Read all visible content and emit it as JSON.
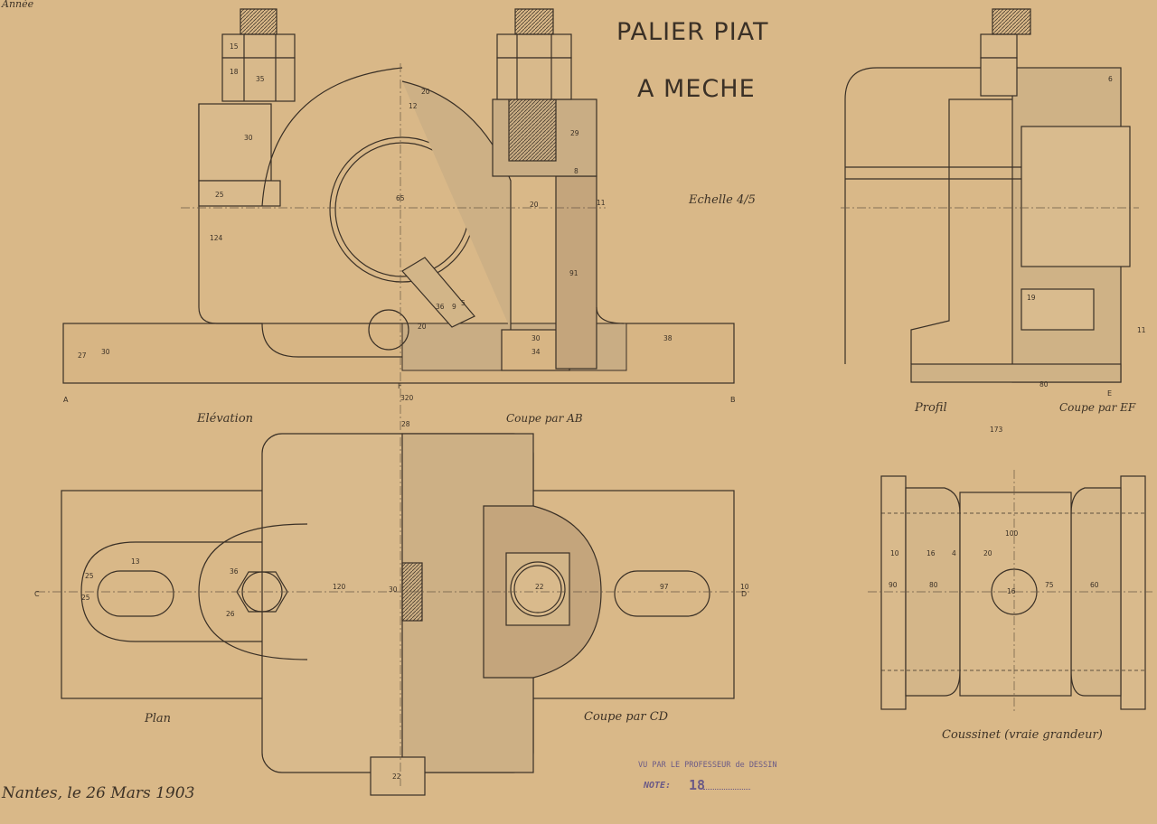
{
  "title": {
    "line1": "PALIER PIAT",
    "line2": "A MECHE"
  },
  "scale_note": "Echelle 4/5",
  "corner_note": "Année",
  "view_labels": {
    "elevation": "Elévation",
    "coupe_ab": "Coupe par AB",
    "profil": "Profil",
    "coupe_ef": "Coupe par EF",
    "plan": "Plan",
    "coupe_cd": "Coupe par CD",
    "coussinet": "Coussinet (vraie grandeur)"
  },
  "date_signature": "Nantes, le 26 Mars 1903",
  "stamp": {
    "line1": "VU PAR LE PROFESSEUR de DESSIN",
    "note_label": "NOTE:",
    "grade": "18"
  },
  "section_letters": {
    "a": "A",
    "b": "B",
    "c": "C",
    "d": "D",
    "e": "E",
    "f": "F"
  },
  "dimensions": {
    "d15": "15",
    "d18": "18",
    "d35": "35",
    "d30": "30",
    "d25": "25",
    "d124": "124",
    "d27": "27",
    "d30b": "30",
    "d20": "20",
    "d12": "12",
    "d65": "65",
    "d20b": "20",
    "d11": "11",
    "d91": "91",
    "d30c": "30",
    "d34": "34",
    "d38": "38",
    "d320": "320",
    "d36": "36",
    "d9": "9",
    "d5": "5",
    "d20c": "20",
    "d29": "29",
    "d8": "8",
    "d28": "28",
    "d13": "13",
    "d25b": "25",
    "d36b": "36",
    "d26": "26",
    "d120": "120",
    "d30d": "30",
    "d22": "22",
    "d97": "97",
    "d10": "10",
    "d22b": "22",
    "d173": "173",
    "d19": "19",
    "d80": "80",
    "d6": "6",
    "d11b": "11",
    "d100": "100",
    "d10b": "10",
    "d16": "16",
    "d4": "4",
    "d20d": "20",
    "d90": "90",
    "d80b": "80",
    "d16b": "16",
    "d75": "75",
    "d60": "60"
  }
}
